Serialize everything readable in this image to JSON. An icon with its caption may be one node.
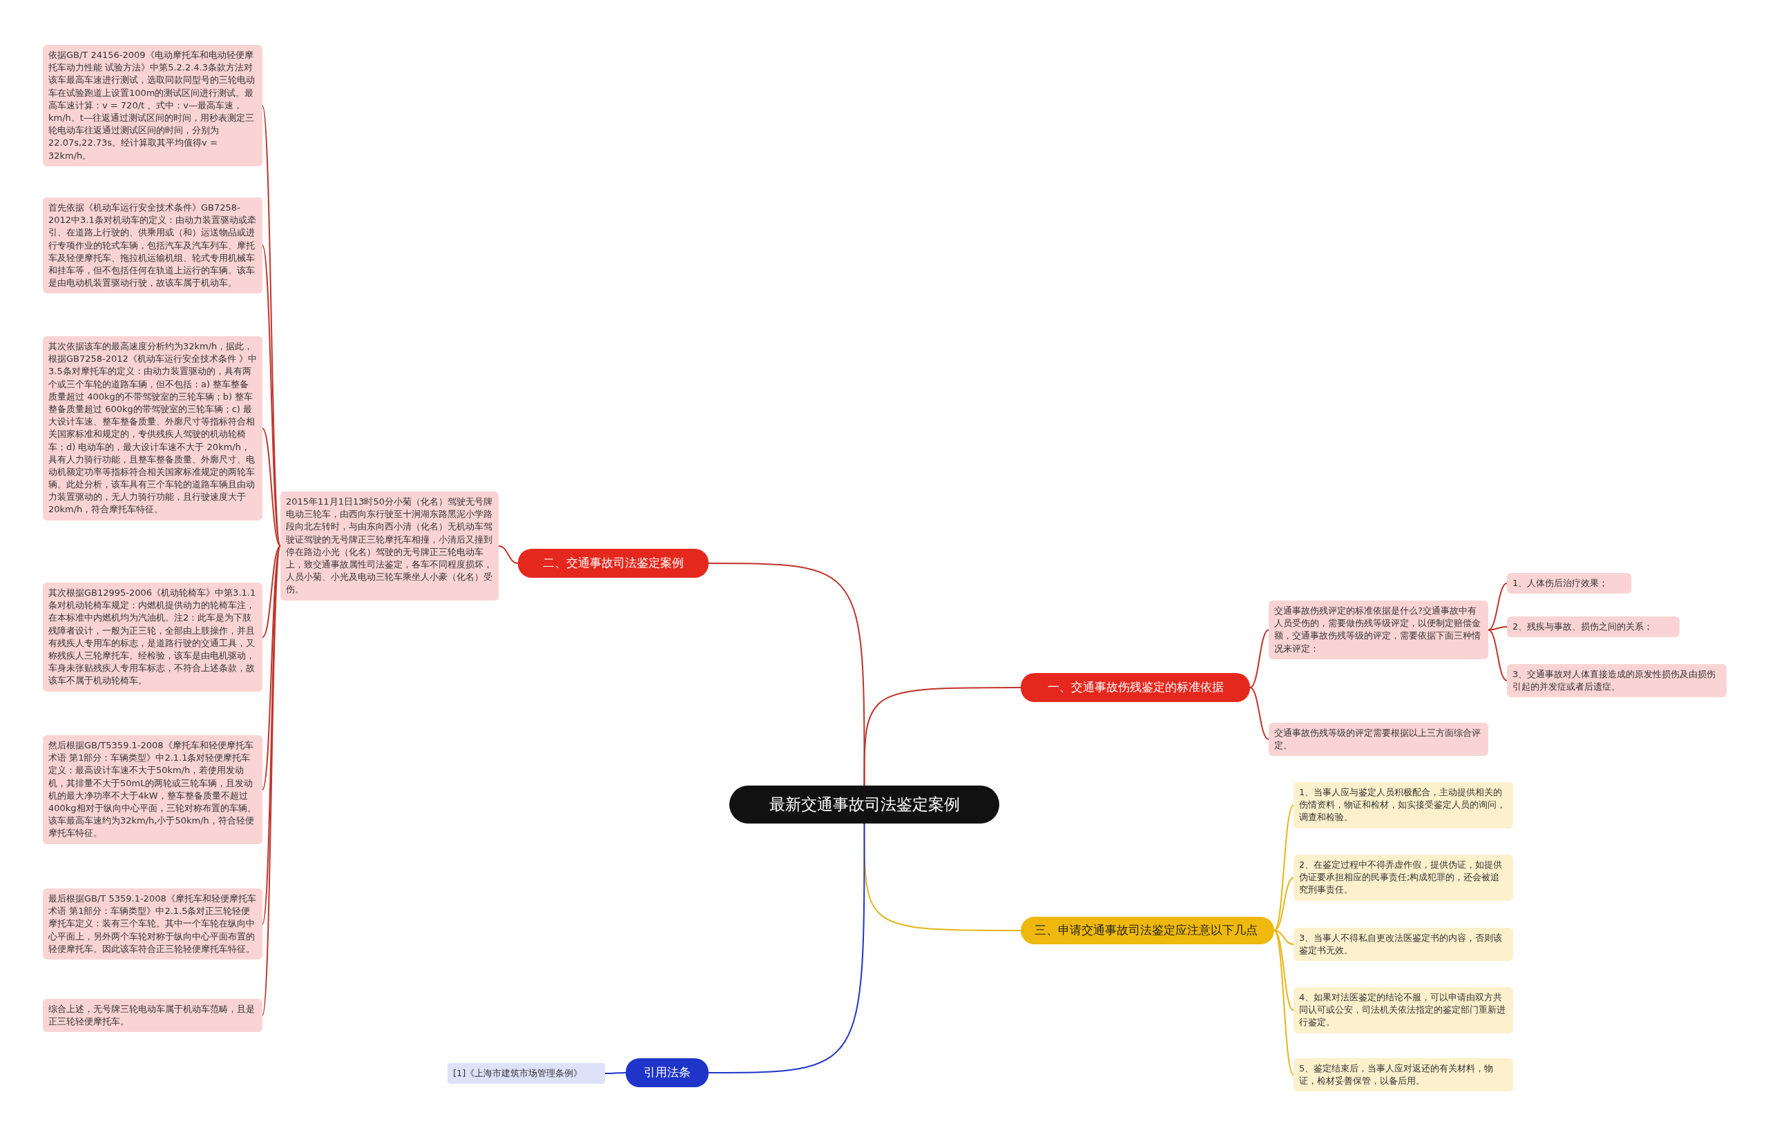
{
  "diagram": {
    "nodes": [
      {
        "text": [
          "最新交通事故司法鉴定案例"
        ]
      },
      {
        "text": [
          "二、交通事故司法鉴定案例"
        ]
      },
      {
        "text": [
          "2015年11月1日13时50分小菊（化名）驾驶无号牌电动三轮车，由西向东行驶至十涧湖东路黑泥小学路段向北左转时，与由东向西小清（化名）无机动车驾驶证驾驶的无号牌正三轮摩托车相撞，小清后又撞到停在路边小光（化名）驾驶的无号牌正三轮电动车上，致交通事故属性司法鉴定，各车不同程度损坏，人员小菊、小光及电动三轮车乘坐人小豪（化名）受伤。"
        ]
      },
      {
        "text": [
          "依据GB/T 24156-2009《电动摩托车和电动轻便摩托车动力性能 试验方法》中第5.2.2.4.3条款方法对该车最高车速进行测试，选取同款同型号的三轮电动车在试验跑道上设置100m的测试区间进行测试。最高车速计算：v = 720/t 。式中：v—最高车速，km/h。t—往返通过测试区间的时间，用秒表测定三轮电动车往返通过测试区间的时间，分别为22.07s,22.73s。经计算取其平均值得v = 32km/h。"
        ]
      },
      {
        "text": [
          "首先依据《机动车运行安全技术条件》GB7258-2012中3.1条对机动车的定义：由动力装置驱动或牵引、在道路上行驶的、供乘用或（和）运送物品或进行专项作业的轮式车辆，包括汽车及汽车列车、摩托车及轻便摩托车、拖拉机运输机组、轮式专用机械车和挂车等，但不包括任何在轨道上运行的车辆。该车是由电动机装置驱动行驶，故该车属于机动车。"
        ]
      },
      {
        "text": [
          "其次依据该车的最高速度分析约为32km/h，据此，根据GB7258-2012《机动车运行安全技术条件 》中3.5条对摩托车的定义：由动力装置驱动的，具有两个或三个车轮的道路车辆，但不包括：a) 整车整备质量超过 400kg的不带驾驶室的三轮车辆；b) 整车整备质量超过 600kg的带驾驶室的三轮车辆；c) 最大设计车速、整车整备质量、外廓尺寸等指标符合相关国家标准和规定的，专供残疾人驾驶的机动轮椅车；d) 电动车的，最大设计车速不大于 20km/h，具有人力骑行功能，且整车整备质量、外廓尺寸、电动机额定功率等指标符合相关国家标准规定的两轮车辆。此处分析，该车具有三个车轮的道路车辆且由动力装置驱动的，无人力骑行功能，且行驶速度大于20km/h，符合摩托车特征。"
        ]
      },
      {
        "text": [
          "其次根据GB12995-2006《机动轮椅车》中第3.1.1条对机动轮椅车规定：内燃机提供动力的轮椅车注，在本标准中内燃机均为汽油机。注2：此车是为下肢残障者设计，一般为正三轮，全部由上肢操作，并且有残疾人专用车的标志，是道路行驶的交通工具，又称残疾人三轮摩托车。经检验，该车是由电机驱动，车身未张贴残疾人专用车标志，不符合上述条款，故该车不属于机动轮椅车。"
        ]
      },
      {
        "text": [
          "然后根据GB/T5359.1-2008《摩托车和轻便摩托车术语 第1部分：车辆类型》中2.1.1条对轻便摩托车定义：最高设计车速不大于50km/h，若使用发动机，其排量不大于50mL的两轮或三轮车辆，且发动机的最大净功率不大于4kW，整车整备质量不超过400kg相对于纵向中心平面，三轮对称布置的车辆。该车最高车速约为32km/h,小于50km/h，符合轻便摩托车特征。"
        ]
      },
      {
        "text": [
          "最后根据GB/T 5359.1-2008《摩托车和轻便摩托车术语 第1部分：车辆类型》中2.1.5条对正三轮轻便摩托车定义：装有三个车轮。其中一个车轮在纵向中心平面上，另外两个车轮对称于纵向中心平面布置的轻便摩托车。因此该车符合正三轮轻便摩托车特征。"
        ]
      },
      {
        "text": [
          "综合上述，无号牌三轮电动车属于机动车范畴，且是正三轮轻便摩托车。"
        ]
      },
      {
        "text": [
          "一、交通事故伤残鉴定的标准依据"
        ]
      },
      {
        "text": [
          "交通事故伤残评定的标准依据是什么?交通事故中有人员受伤的，需要做伤残等级评定，以便制定赔偿金额，交通事故伤残等级的评定，需要依据下面三种情况来评定："
        ]
      },
      {
        "text": [
          "1、人体伤后治疗效果；"
        ]
      },
      {
        "text": [
          "2、残疾与事故、损伤之间的关系；"
        ]
      },
      {
        "text": [
          "3、交通事故对人体直接造成的原发性损伤及由损伤引起的并发症或者后遗症。"
        ]
      },
      {
        "text": [
          "交通事故伤残等级的评定需要根据以上三方面综合评定。"
        ]
      },
      {
        "text": [
          "三、申请交通事故司法鉴定应注意以下几点"
        ]
      },
      {
        "text": [
          "1、当事人应与鉴定人员积极配合，主动提供相关的伤情资料，物证和检材，如实接受鉴定人员的询问，调查和检验。"
        ]
      },
      {
        "text": [
          "2、在鉴定过程中不得弄虚作假，提供伪证，如提供伪证要承担相应的民事责任;构成犯罪的，还会被追究刑事责任。"
        ]
      },
      {
        "text": [
          "3、当事人不得私自更改法医鉴定书的内容，否则该鉴定书无效。"
        ]
      },
      {
        "text": [
          "4、如果对法医鉴定的结论不服，可以申请由双方共同认可或公安，司法机关依法指定的鉴定部门重新进行鉴定。"
        ]
      },
      {
        "text": [
          "5、鉴定结束后，当事人应对返还的有关材料，物证，检材妥善保管，以备后用。"
        ]
      },
      {
        "text": [
          "引用法条"
        ]
      },
      {
        "text": [
          "[1]《上海市建筑市场管理条例》"
        ]
      }
    ],
    "edges": [
      {
        "from": 0,
        "to": 1,
        "arrow": "none"
      },
      {
        "from": 1,
        "to": 2,
        "arrow": "none"
      },
      {
        "from": 2,
        "to": 3,
        "arrow": "none"
      },
      {
        "from": 2,
        "to": 4,
        "arrow": "none"
      },
      {
        "from": 2,
        "to": 5,
        "arrow": "none"
      },
      {
        "from": 2,
        "to": 6,
        "arrow": "none"
      },
      {
        "from": 2,
        "to": 7,
        "arrow": "none"
      },
      {
        "from": 2,
        "to": 8,
        "arrow": "none"
      },
      {
        "from": 2,
        "to": 9,
        "arrow": "none"
      },
      {
        "from": 0,
        "to": 10,
        "arrow": "none"
      },
      {
        "from": 10,
        "to": 11,
        "arrow": "none"
      },
      {
        "from": 11,
        "to": 12,
        "arrow": "none"
      },
      {
        "from": 11,
        "to": 13,
        "arrow": "none"
      },
      {
        "from": 11,
        "to": 14,
        "arrow": "none"
      },
      {
        "from": 10,
        "to": 15,
        "arrow": "none"
      },
      {
        "from": 0,
        "to": 16,
        "arrow": "none",
        "color": "#e8b517"
      },
      {
        "from": 16,
        "to": 17,
        "arrow": "none",
        "color": "#e8b517"
      },
      {
        "from": 16,
        "to": 18,
        "arrow": "none",
        "color": "#e8b517"
      },
      {
        "from": 16,
        "to": 19,
        "arrow": "none",
        "color": "#e8b517"
      },
      {
        "from": 16,
        "to": 20,
        "arrow": "none",
        "color": "#e8b517"
      },
      {
        "from": 16,
        "to": 21,
        "arrow": "none",
        "color": "#e8b517"
      },
      {
        "from": 0,
        "to": 22,
        "arrow": "none",
        "color": "#1f35c9"
      },
      {
        "from": 22,
        "to": 23,
        "arrow": "none",
        "color": "#1f35c9"
      }
    ]
  }
}
